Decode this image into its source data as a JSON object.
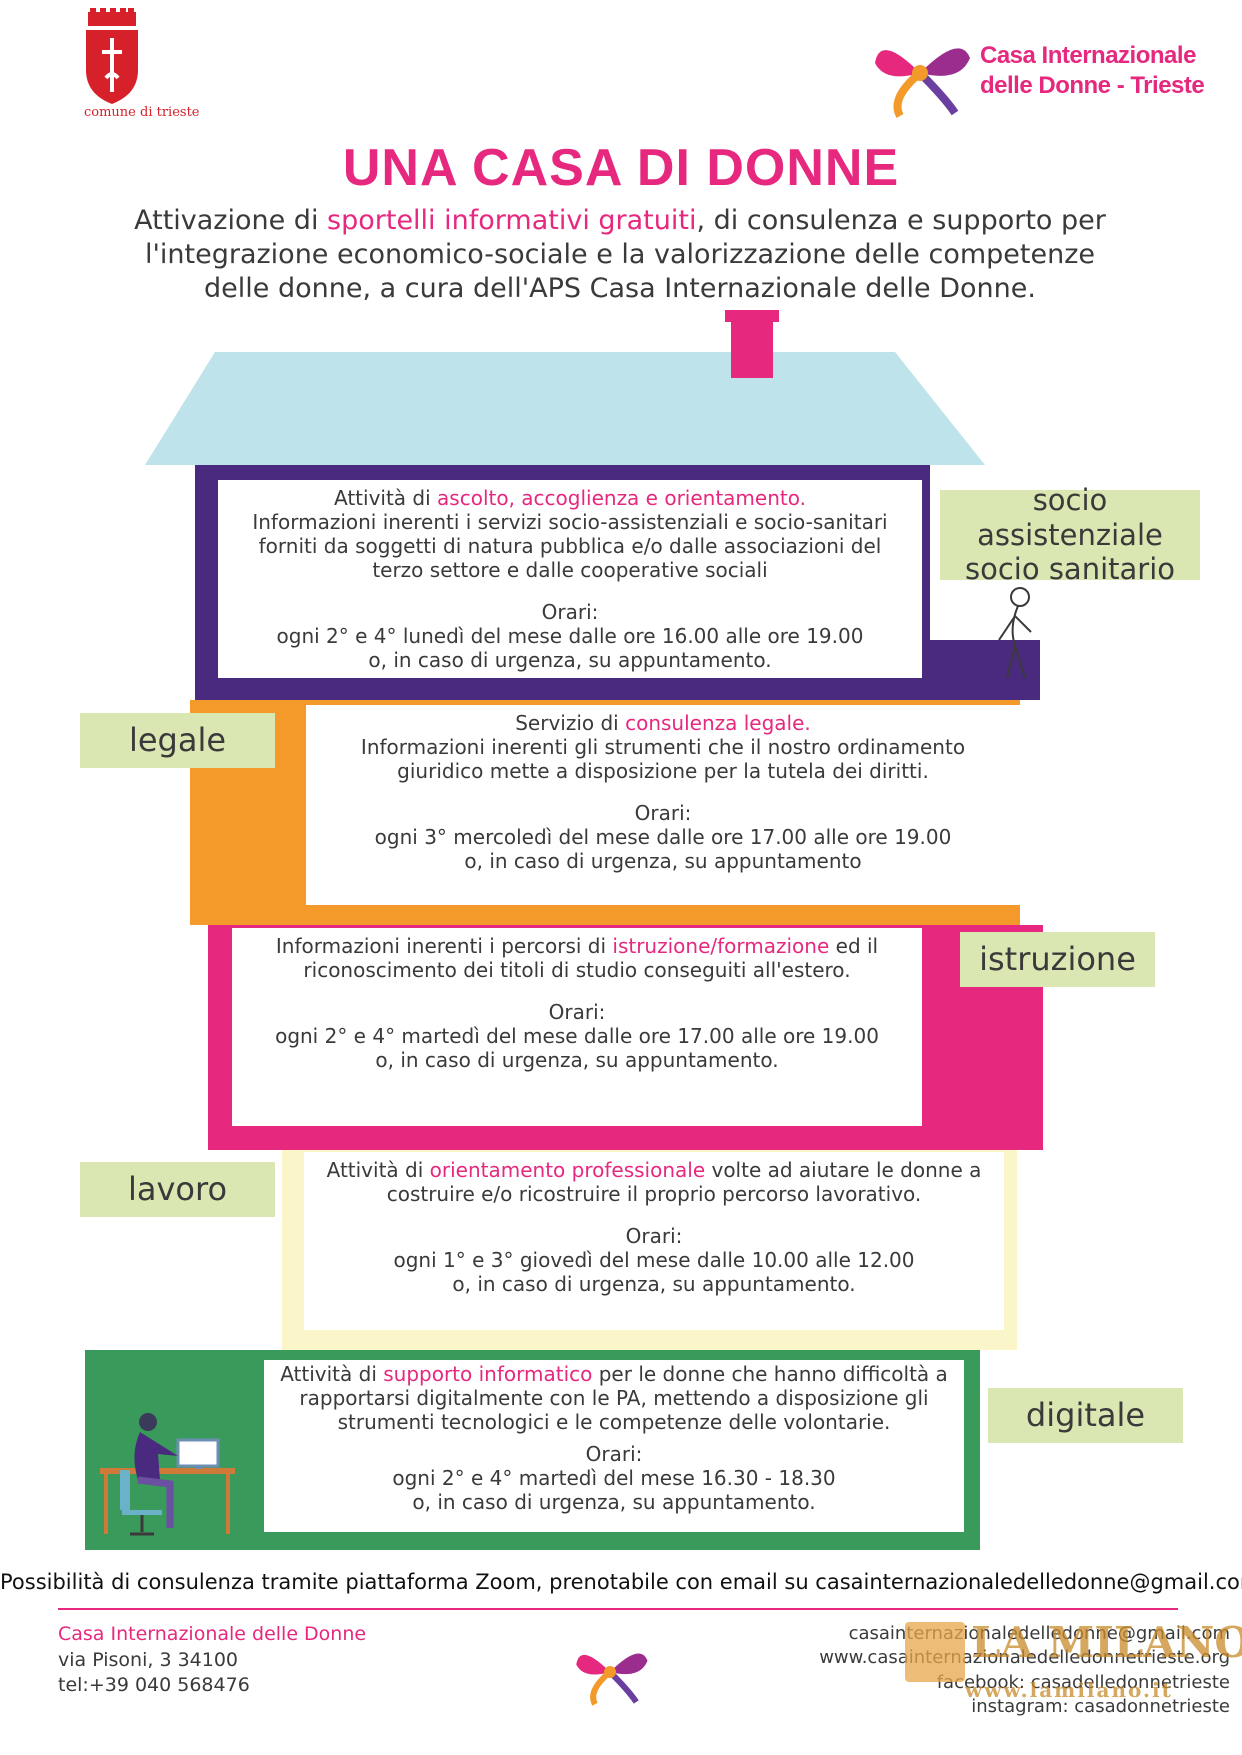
{
  "header": {
    "comune_label": "comune di trieste",
    "org_logo_line1": "Casa Internazionale",
    "org_logo_line2": "delle Donne - Trieste"
  },
  "title": "UNA CASA DI DONNE",
  "intro": {
    "part1": "Attivazione di ",
    "highlight": "sportelli informativi gratuiti",
    "part2": ", di consulenza e supporto per l'integrazione economico-sociale e la valorizzazione delle competenze delle donne, a cura dell'APS Casa Internazionale delle Donne."
  },
  "sections": {
    "socio": {
      "tag_line1": "socio assistenziale",
      "tag_line2": "socio sanitario",
      "line1_pre": "Attività di ",
      "line1_hl": "ascolto, accoglienza e orientamento.",
      "desc": "Informazioni inerenti i servizi socio-assistenziali e socio-sanitari forniti da soggetti di natura pubblica e/o dalle associazioni del terzo settore e dalle cooperative sociali",
      "orari_label": "Orari:",
      "orari": "ogni 2° e 4° lunedì del mese dalle ore 16.00 alle ore 19.00",
      "urgency": "o, in caso di urgenza, su appuntamento."
    },
    "legale": {
      "tag": "legale",
      "line1_pre": "Servizio di ",
      "line1_hl": "consulenza legale.",
      "desc": "Informazioni inerenti gli strumenti che il nostro ordinamento giuridico mette a disposizione per la tutela dei diritti.",
      "orari_label": "Orari:",
      "orari": "ogni 3° mercoledì del mese dalle ore 17.00 alle ore 19.00",
      "urgency": "o, in caso di urgenza, su appuntamento"
    },
    "istruzione": {
      "tag": "istruzione",
      "line1_pre": "Informazioni inerenti i percorsi di ",
      "line1_hl": "istruzione/formazione",
      "line1_post": " ed il riconoscimento dei titoli di studio conseguiti all'estero.",
      "orari_label": "Orari:",
      "orari": "ogni 2° e 4° martedì del mese dalle ore 17.00 alle ore 19.00",
      "urgency": "o, in caso di urgenza, su appuntamento."
    },
    "lavoro": {
      "tag": "lavoro",
      "line1_pre": "Attività di ",
      "line1_hl": "orientamento professionale",
      "line1_post": " volte ad aiutare le donne a costruire e/o ricostruire il proprio percorso lavorativo.",
      "orari_label": "Orari:",
      "orari": "ogni 1° e 3° giovedì del mese dalle 10.00 alle 12.00",
      "urgency": "o, in caso di urgenza, su appuntamento."
    },
    "digitale": {
      "tag": "digitale",
      "line1_pre": "Attività di ",
      "line1_hl": "supporto informatico",
      "line1_post": " per le donne che hanno difficoltà a rapportarsi digitalmente con le PA, mettendo a disposizione gli strumenti tecnologici e le competenze delle volontarie.",
      "orari_label": "Orari:",
      "orari": "ogni 2° e 4° martedì del mese 16.30 - 18.30",
      "urgency": "o, in caso di urgenza, su appuntamento."
    }
  },
  "zoom_note": "Possibilità di consulenza tramite piattaforma Zoom, prenotabile con email su casainternazionaledelledonne@gmail.com",
  "footer": {
    "org_name": "Casa Internazionale delle Donne",
    "address": "via Pisoni, 3 34100",
    "phone": "tel:+39 040 568476",
    "email": "casainternazionaledelledonne@gmail.com",
    "website": "www.casainternazionaledelledonnetrieste.org",
    "facebook": "facebook: casadelledonnetrieste",
    "instagram": "instagram: casadonnetrieste"
  },
  "watermark": {
    "name": "LA MILANO",
    "url": "www.lamilano.it"
  },
  "colors": {
    "purple": "#4a2a7f",
    "orange": "#f39a2b",
    "magenta": "#e6287e",
    "cream": "#fbf6c9",
    "green": "#3a9a5b",
    "roof": "#bfe3ea",
    "tag": "#dbe7b2"
  }
}
